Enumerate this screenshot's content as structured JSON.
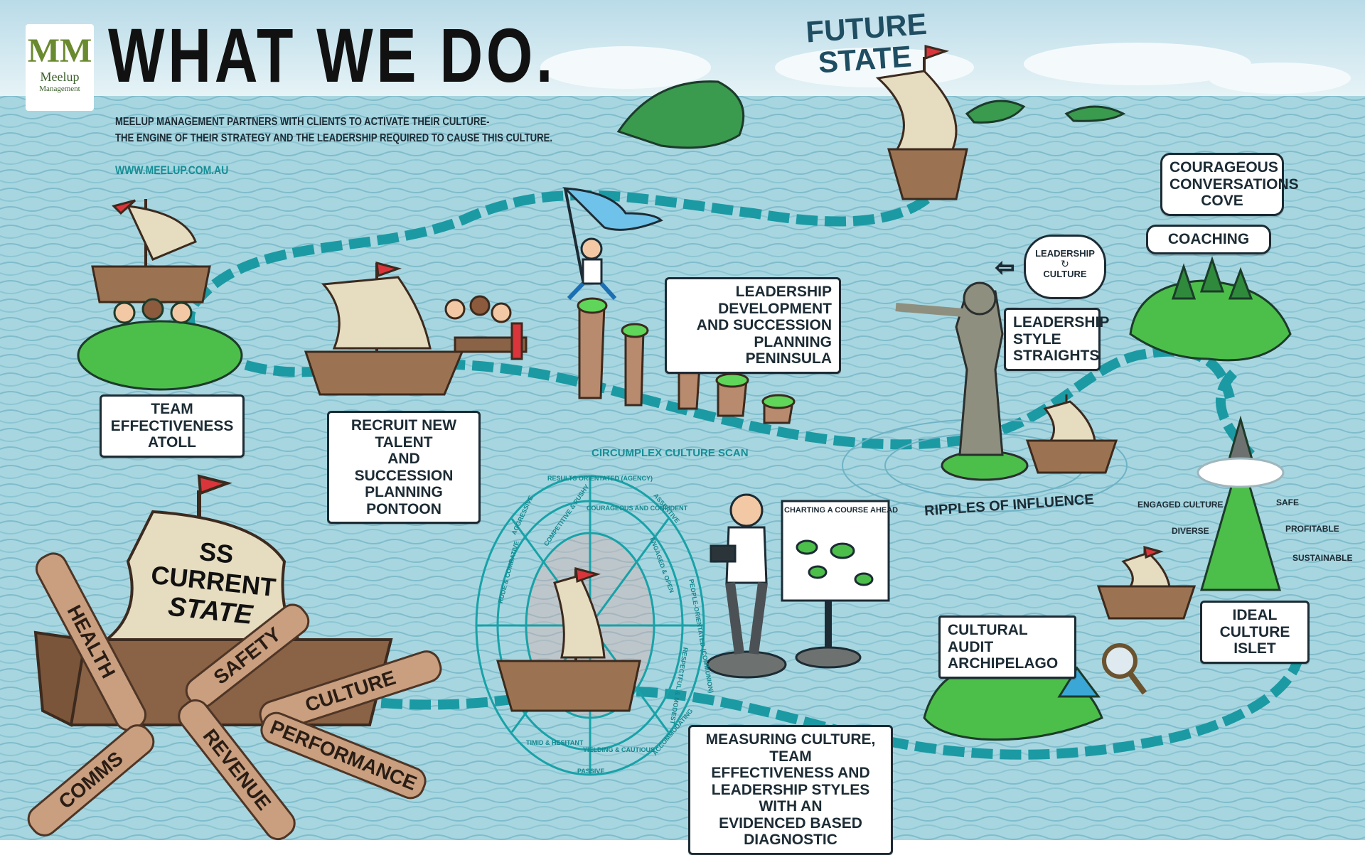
{
  "header": {
    "logo": {
      "name": "Meelup",
      "sub": "Management",
      "mark": "MM"
    },
    "title": "WHAT WE DO.",
    "intro_line1": "MEELUP MANAGEMENT PARTNERS WITH CLIENTS TO ACTIVATE THEIR CULTURE-",
    "intro_line2": "THE ENGINE OF THEIR STRATEGY AND THE LEADERSHIP REQUIRED TO CAUSE THIS CULTURE.",
    "website": "WWW.MEELUP.COM.AU"
  },
  "future_state": {
    "line1": "FUTURE",
    "line2": "STATE"
  },
  "locations": {
    "team_effectiveness": [
      "TEAM EFFECTIVENESS",
      "ATOLL"
    ],
    "recruit": [
      "RECRUIT NEW TALENT",
      "AND SUCCESSION",
      "PLANNING PONTOON"
    ],
    "leadership_dev": [
      "LEADERSHIP DEVELOPMENT",
      "AND SUCCESSION",
      "PLANNING PENINSULA"
    ],
    "leadership_style": [
      "LEADERSHIP",
      "STYLE",
      "STRAIGHTS"
    ],
    "courageous": [
      "COURAGEOUS",
      "CONVERSATIONS",
      "COVE"
    ],
    "coaching": "COACHING",
    "thought": {
      "top": "LEADERSHIP",
      "bottom": "CULTURE"
    },
    "ripples": "RIPPLES OF INFLUENCE",
    "ideal_culture": [
      "IDEAL CULTURE",
      "ISLET"
    ],
    "cultural_audit": [
      "CULTURAL AUDIT",
      "ARCHIPELAGO"
    ],
    "measuring": [
      "MEASURING CULTURE, TEAM",
      "EFFECTIVENESS AND",
      "LEADERSHIP STYLES WITH AN",
      "EVIDENCED BASED DIAGNOSTIC"
    ],
    "circumplex": "CIRCUMPLEX CULTURE SCAN",
    "charting": "CHARTING A COURSE AHEAD"
  },
  "ideal_words": [
    "ENGAGED CULTURE",
    "SAFE",
    "DIVERSE",
    "PROFITABLE",
    "SUSTAINABLE"
  ],
  "wheel_words": [
    "RESULTS ORIENTATED (AGENCY)",
    "ASSERTIVE",
    "COMPETITIVE & PUSHY",
    "COURAGEOUS AND CONFIDENT",
    "ENGAGED & OPEN",
    "PEOPLE-ORIENTATED (COMMUNION)",
    "RESPECTFUL & MODEST",
    "ACCOMMODATING",
    "YIELDING & CAUTIOUS",
    "TIMID & HESITANT",
    "PASSIVE",
    "RUDE & COMBATIVE",
    "AGGRESSIVE"
  ],
  "ship": {
    "sail_line1": "SS CURRENT",
    "sail_line2": "STATE",
    "oars": [
      "HEALTH",
      "SAFETY",
      "CULTURE",
      "PERFORMANCE",
      "REVENUE",
      "COMMS"
    ]
  },
  "colors": {
    "sea": "#9fd2dc",
    "sea_dark": "#6fb3c5",
    "path": "#1b9aa3",
    "ink": "#1c2b34",
    "sky": "#cfe6ef",
    "wood": "#8a6245",
    "sail": "#e6dcc0",
    "island": "#4cbf4a"
  }
}
